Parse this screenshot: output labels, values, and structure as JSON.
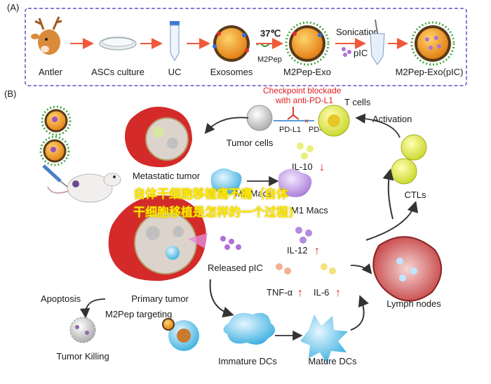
{
  "panelA": {
    "tag": "(A)",
    "steps": [
      "Antler",
      "ASCs culture",
      "UC",
      "Exosomes",
      "M2Pep-Exo",
      "M2Pep-Exo(pIC)"
    ],
    "temp": "37℃",
    "m2pep": "M2Pep",
    "sonication": "Sonication",
    "pic": "pIC"
  },
  "panelB": {
    "tag": "(B)",
    "checkpoint_line1": "Checkpoint blockade",
    "checkpoint_line2": "with anti-PD-L1",
    "tcells": "T cells",
    "pdl1": "PD-L1",
    "pd1": "PD-1",
    "activation": "Activation",
    "tumor_cells": "Tumor cells",
    "metastatic": "Metastatic tumor",
    "il10": "IL-10",
    "m1": "M1 Macs",
    "m2": "M2 Macs",
    "ctls": "CTLs",
    "il12": "IL-12",
    "released_pic": "Released pIC",
    "tnf": "TNF-α",
    "il6": "IL-6",
    "apoptosis": "Apoptosis",
    "primary": "Primary tumor",
    "targeting": "M2Pep targeting",
    "lymph": "Lymph nodes",
    "killing": "Tumor Killing",
    "immature": "Immature DCs",
    "mature": "Mature DCs",
    "arrow_down": "↓",
    "arrow_up": "↑"
  },
  "watermark_line1": "自体干细胞移植痛不痛（自体",
  "watermark_line2": "干细胞移植是怎样的一个过程)"
}
